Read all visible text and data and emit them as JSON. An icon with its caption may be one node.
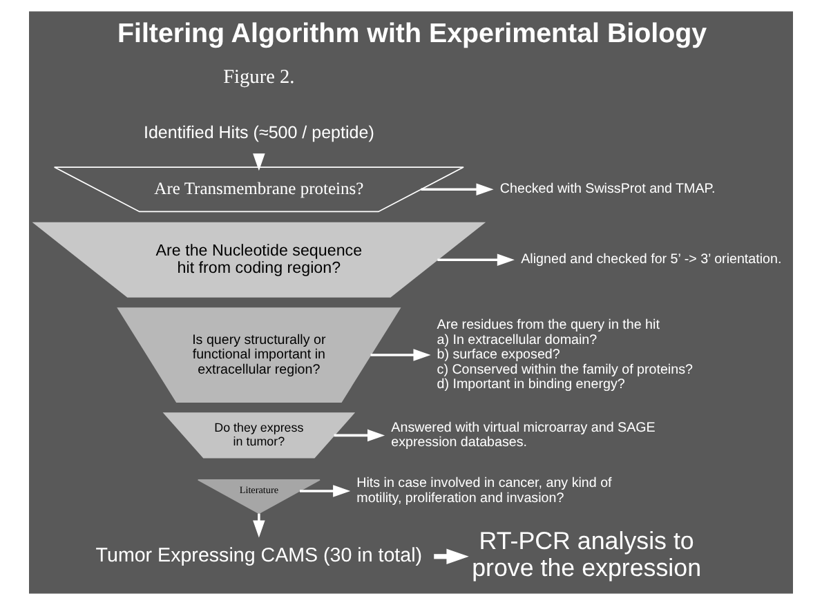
{
  "diagram": {
    "title": "Filtering Algorithm with Experimental Biology",
    "nodes": [
      {
        "text": [
          "Identified Hits (≈500 / peptide)"
        ]
      },
      {
        "text": [
          "Are Transmembrane proteins?"
        ]
      },
      {
        "text": [
          "Are the Nucleotide sequence hit from coding region?"
        ]
      },
      {
        "text": [
          "Is query structurally or functional important in extracellular region?"
        ]
      },
      {
        "text": [
          "Do they express in tumor?"
        ]
      },
      {
        "text": [
          "Literature"
        ]
      },
      {
        "text": [
          "Checked with SwissProt and TMAP."
        ]
      },
      {
        "text": [
          "Aligned and checked for 5’ -> 3’ orientation."
        ]
      },
      {
        "text": [
          "Are residues from the query in the hit",
          "a) In extracellular domain?",
          "b) surface exposed?",
          "c) Conserved within the family of proteins?",
          "d) Important in binding energy?"
        ]
      },
      {
        "text": [
          "Answered with virtual microarray and SAGE expression databases."
        ]
      },
      {
        "text": [
          "Hits in case involved in cancer, any kind of motility, proliferation and invasion?"
        ]
      },
      {
        "text": [
          "Tumor Expressing CAMS (30 in total)"
        ]
      },
      {
        "text": [
          "RT-PCR analysis to prove the expression"
        ]
      }
    ],
    "edges": [
      {
        "from": 0,
        "to": 1,
        "arrow": "to"
      },
      {
        "from": 1,
        "to": 6,
        "arrow": "to"
      },
      {
        "from": 2,
        "to": 7,
        "arrow": "to"
      },
      {
        "from": 3,
        "to": 8,
        "arrow": "to"
      },
      {
        "from": 4,
        "to": 9,
        "arrow": "to"
      },
      {
        "from": 5,
        "to": 10,
        "arrow": "to"
      },
      {
        "from": 5,
        "to": 11,
        "arrow": "to"
      },
      {
        "from": 11,
        "to": 12,
        "arrow": "to",
        "style": "thick"
      }
    ],
    "labels": [
      "Figure 2."
    ]
  }
}
